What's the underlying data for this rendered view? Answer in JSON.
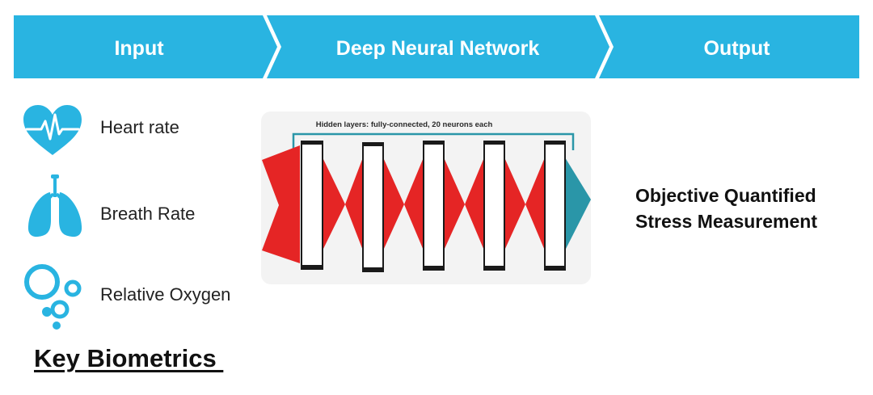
{
  "header": {
    "steps": [
      {
        "label": "Input"
      },
      {
        "label": "Deep Neural Network"
      },
      {
        "label": "Output"
      }
    ],
    "color": "#29B4E1"
  },
  "inputs": {
    "items": [
      {
        "label": "Heart rate",
        "icon": "heart-pulse-icon"
      },
      {
        "label": "Breath Rate",
        "icon": "lungs-icon"
      },
      {
        "label": "Relative Oxygen",
        "icon": "oxygen-bubbles-icon"
      }
    ],
    "icon_color": "#29B4E1",
    "section_title": "Key Biometrics "
  },
  "network": {
    "hidden_label": "Hidden layers: fully-connected, 20 neurons each",
    "hidden_layer_count": 5,
    "connection_color": "#E52525",
    "output_color": "#2A96A8",
    "bracket_color": "#2A96A8"
  },
  "output": {
    "lines": [
      "Objective Quantified",
      "Stress Measurement"
    ]
  }
}
